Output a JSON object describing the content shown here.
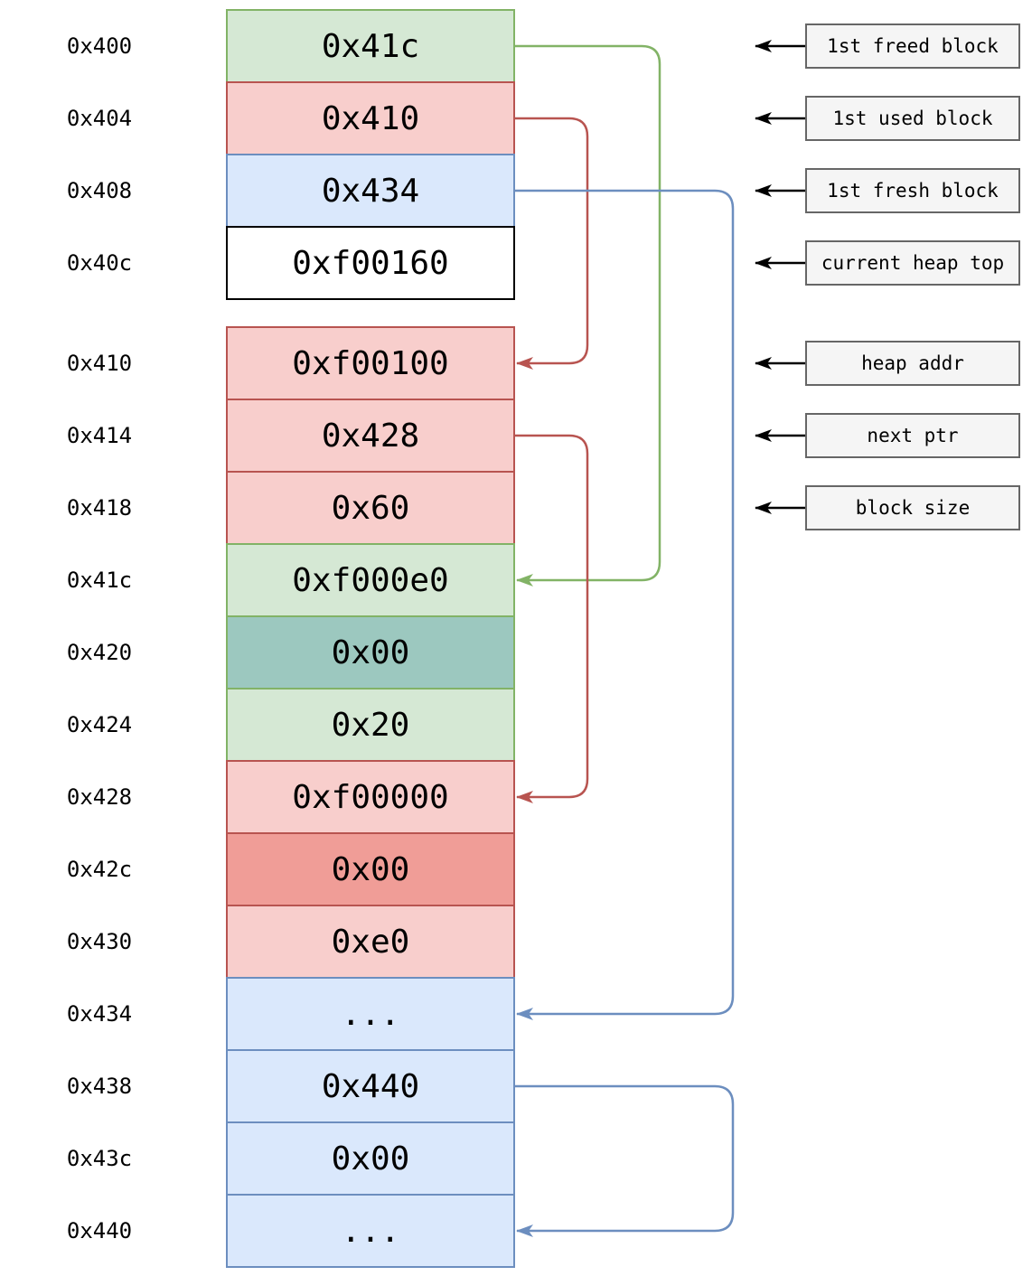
{
  "memory": {
    "rows": [
      {
        "addr": "0x400",
        "value": "0x41c",
        "color": "green"
      },
      {
        "addr": "0x404",
        "value": "0x410",
        "color": "red"
      },
      {
        "addr": "0x408",
        "value": "0x434",
        "color": "blue"
      },
      {
        "addr": "0x40c",
        "value": "0xf00160",
        "color": "white"
      },
      {
        "addr": "0x410",
        "value": "0xf00100",
        "color": "red"
      },
      {
        "addr": "0x414",
        "value": "0x428",
        "color": "red"
      },
      {
        "addr": "0x418",
        "value": "0x60",
        "color": "red"
      },
      {
        "addr": "0x41c",
        "value": "0xf000e0",
        "color": "green"
      },
      {
        "addr": "0x420",
        "value": "0x00",
        "color": "teal"
      },
      {
        "addr": "0x424",
        "value": "0x20",
        "color": "green"
      },
      {
        "addr": "0x428",
        "value": "0xf00000",
        "color": "red"
      },
      {
        "addr": "0x42c",
        "value": "0x00",
        "color": "salmon"
      },
      {
        "addr": "0x430",
        "value": "0xe0",
        "color": "red"
      },
      {
        "addr": "0x434",
        "value": "...",
        "color": "blue"
      },
      {
        "addr": "0x438",
        "value": "0x440",
        "color": "blue"
      },
      {
        "addr": "0x43c",
        "value": "0x00",
        "color": "blue"
      },
      {
        "addr": "0x440",
        "value": "...",
        "color": "blue"
      }
    ]
  },
  "annotations": [
    {
      "label": "1st freed block",
      "points_to": "0x400"
    },
    {
      "label": "1st used block",
      "points_to": "0x404"
    },
    {
      "label": "1st fresh block",
      "points_to": "0x408"
    },
    {
      "label": "current heap top",
      "points_to": "0x40c"
    },
    {
      "label": "heap addr",
      "points_to": "0x410"
    },
    {
      "label": "next ptr",
      "points_to": "0x414"
    },
    {
      "label": "block size",
      "points_to": "0x418"
    }
  ],
  "connectors": [
    {
      "from": "0x400",
      "to": "0x41c",
      "color": "green"
    },
    {
      "from": "0x404",
      "to": "0x410",
      "color": "red"
    },
    {
      "from": "0x408",
      "to": "0x434",
      "color": "blue"
    },
    {
      "from": "0x414",
      "to": "0x428",
      "color": "red"
    },
    {
      "from": "0x438",
      "to": "0x440",
      "color": "blue"
    }
  ],
  "palette": {
    "green_fill": "#d5e8d4",
    "green_stroke": "#82b366",
    "red_fill": "#f8cecc",
    "red_stroke": "#b85450",
    "blue_fill": "#dae8fc",
    "blue_stroke": "#6c8ebf",
    "teal_fill": "#9cc8bf",
    "salmon_fill": "#f09d97",
    "note_fill": "#f5f5f5",
    "note_stroke": "#666666",
    "arrow_black": "#000000"
  }
}
